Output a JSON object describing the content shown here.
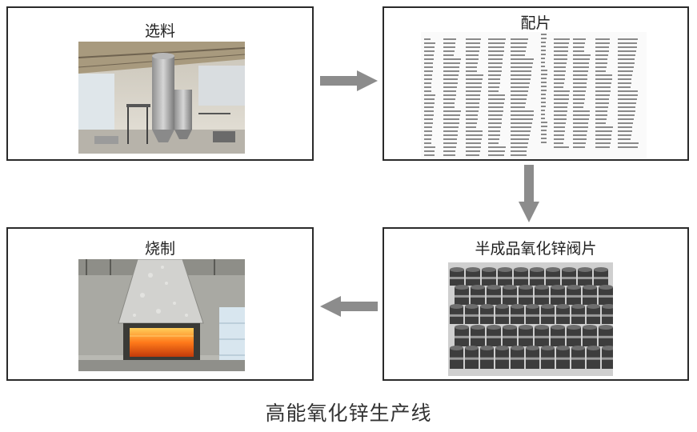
{
  "steps": [
    {
      "label": "选料",
      "image": "factory-silo-photo"
    },
    {
      "label": "配片",
      "image": "formula-table-sheet"
    },
    {
      "label": "半成品氧化锌阀片",
      "image": "zinc-oxide-disc-stack-photo"
    },
    {
      "label": "烧制",
      "image": "kiln-furnace-photo"
    }
  ],
  "caption": "高能氧化锌生产线",
  "colors": {
    "arrow": "#8c8c8c",
    "border": "#2a2a2a",
    "furnace_glow": "#ff7a1a",
    "disc": "#3d3d3d"
  }
}
